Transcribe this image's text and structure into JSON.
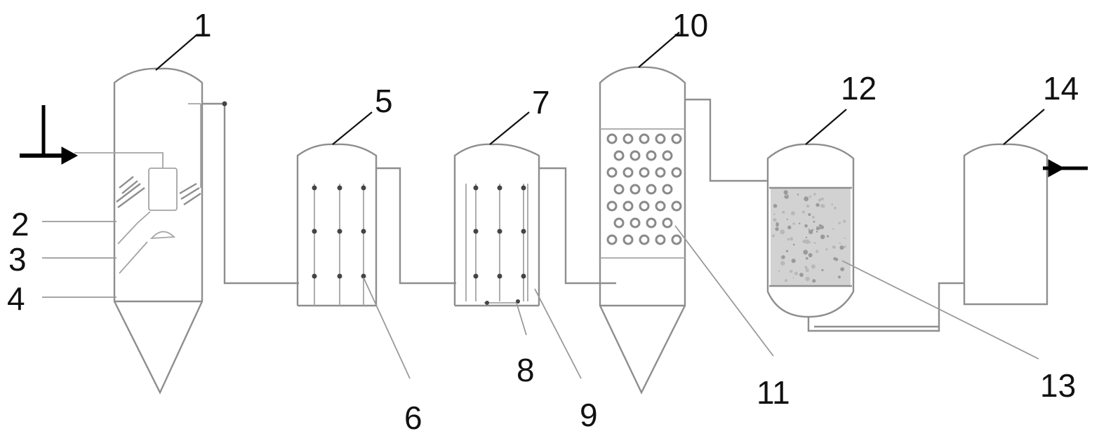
{
  "labels": {
    "l1": "1",
    "l2": "2",
    "l3": "3",
    "l4": "4",
    "l5": "5",
    "l6": "6",
    "l7": "7",
    "l8": "8",
    "l9": "9",
    "l10": "10",
    "l11": "11",
    "l12": "12",
    "l13": "13",
    "l14": "14"
  },
  "colors": {
    "line": "#8e8e8e",
    "media_fill": "#d2d2d2",
    "text": "#111111",
    "arrow": "#000000"
  }
}
